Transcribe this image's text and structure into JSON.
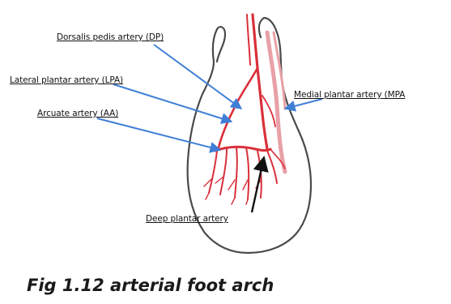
{
  "labels": {
    "dorsalis_pedis": "Dorsalis pedis artery (DP)",
    "lateral_plantar": "Lateral plantar artery (LPA)",
    "arcuate": "Arcuate  artery (AA)",
    "medial_plantar": "Medial plantar artery (MPA",
    "deep_plantar": "Deep plantar artery"
  },
  "caption": "Fig 1.12 arterial foot arch",
  "colors": {
    "artery": "#d9303a",
    "artery_light": "#e8a0a6",
    "outline": "#4a4a4a",
    "pointer": "#3f7fd6",
    "deep_pointer": "#111111"
  }
}
